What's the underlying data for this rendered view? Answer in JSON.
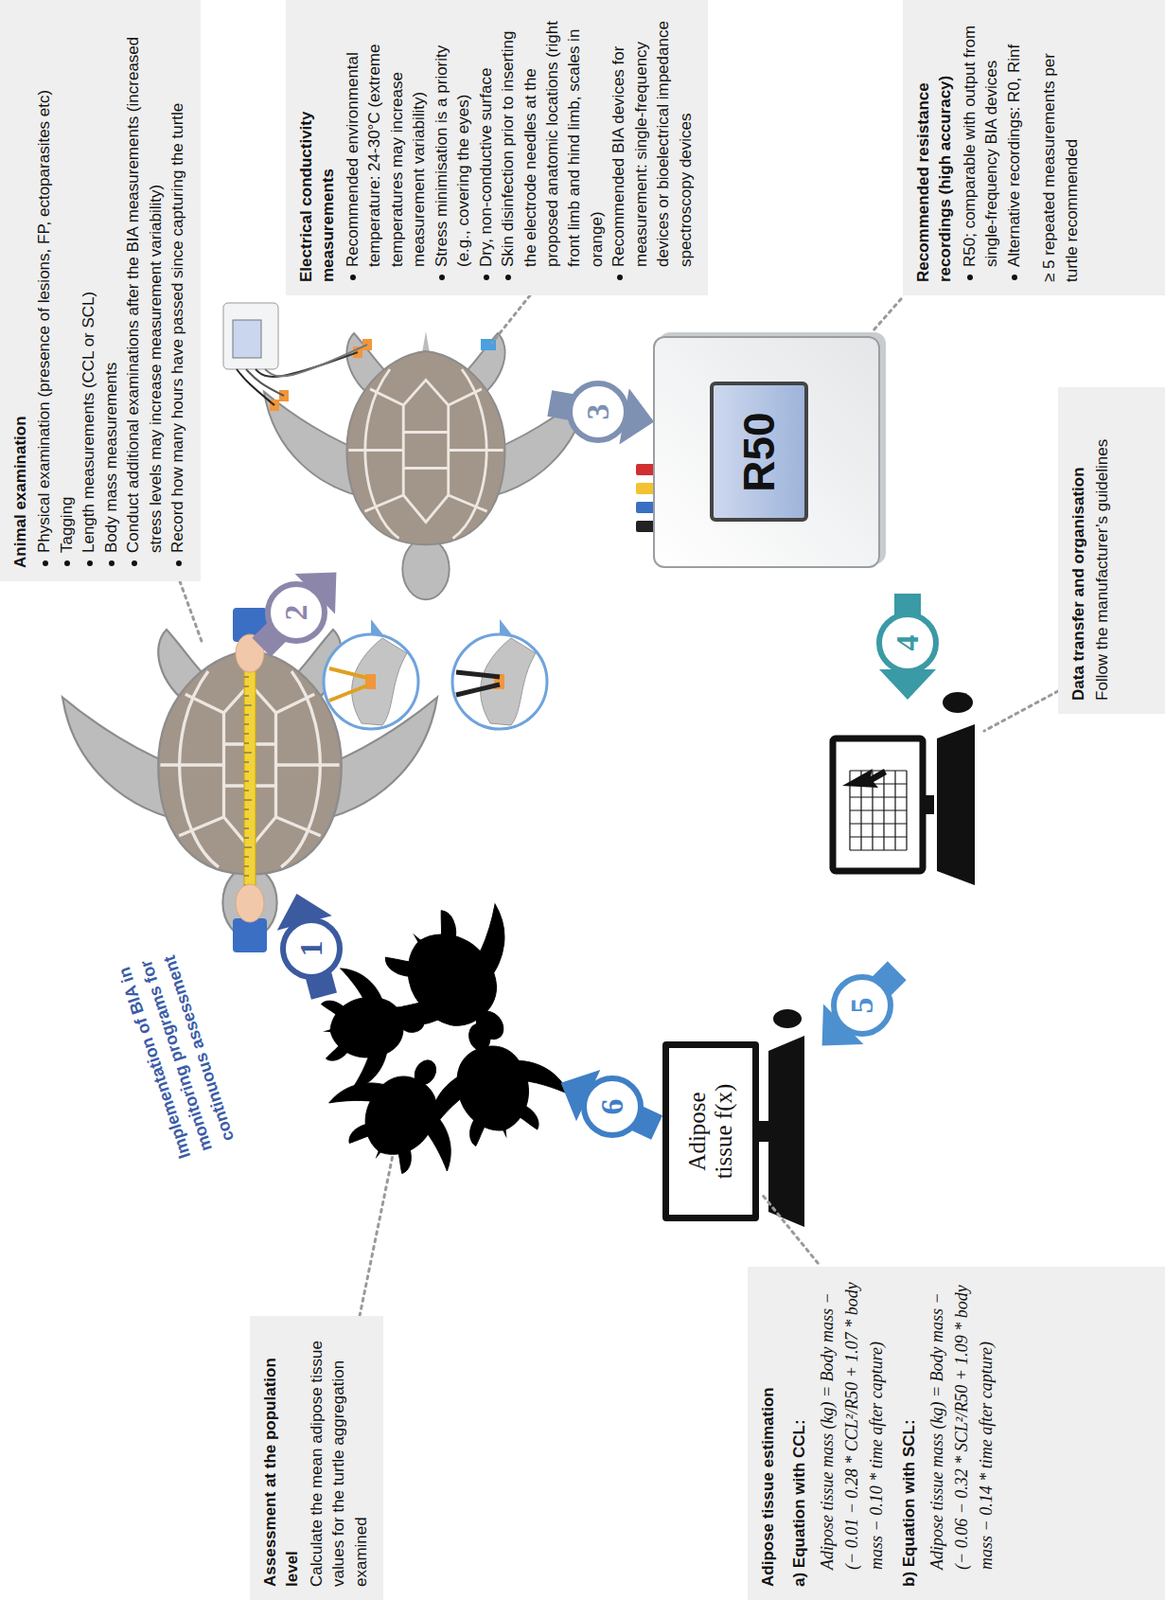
{
  "diagram": {
    "nodes": [
      {
        "text": [
          "Animal examination",
          "Physical examination (presence of lesions, FP, ectoparasites etc)",
          "Tagging",
          "Length measurements (CCL or SCL)",
          "Body mass measurements",
          "Conduct additional examinations after the BIA measurements (increased stress levels may increase measurement variability)",
          "Record how many hours have passed since capturing the turtle"
        ]
      },
      {
        "text": [
          "Electrical conductivity measurements",
          "Recommended environmental temperature: 24-30°C (extreme temperatures may increase measurement variability)",
          "Stress minimisation is a priority (e.g., covering the eyes)",
          "Dry, non-conductive surface",
          "Skin disinfection prior to inserting the electrode needles at the proposed anatomic locations (right front limb and hind limb, scales in orange)",
          "Recommended BIA devices for measurement: single-frequency devices or bioelectrical impedance spectroscopy devices"
        ]
      },
      {
        "text": [
          "Recommended resistance recordings (high accuracy)",
          "R50; comparable with output from single-frequency BIA devices",
          "Alternative recordings: R0, Rinf",
          "≥ 5 repeated measurements per turtle recommended"
        ]
      },
      {
        "text": [
          "Data transfer and organisation",
          "Follow the manufacturer’s guidelines"
        ]
      },
      {
        "text": [
          "Assessment at the population level",
          "Calculate the mean adipose tissue values for the turtle aggregation examined"
        ]
      },
      {
        "text": [
          "Adipose tissue estimation",
          "a) Equation with CCL:",
          "Adipose tissue mass (kg) = Body mass − (− 0.01 − 0.28 * CCL²/R50 + 1.07 * body mass − 0.10 * time after capture)",
          "b) Equation with SCL:",
          "Adipose tissue mass (kg) = Body mass − (− 0.06 − 0.32 * SCL²/R50 + 1.09 * body mass − 0.14 * time after capture)"
        ]
      },
      {
        "text": [
          "R50"
        ]
      },
      {
        "text": [
          "Adipose tissue f(x)"
        ]
      },
      {
        "text": [
          "1"
        ]
      },
      {
        "text": [
          "2"
        ]
      },
      {
        "text": [
          "3"
        ]
      },
      {
        "text": [
          "4"
        ]
      },
      {
        "text": [
          "5"
        ]
      },
      {
        "text": [
          "6"
        ]
      }
    ],
    "edges": [
      {
        "from": 2,
        "to": 6,
        "arrow": "none"
      },
      {
        "from": 5,
        "to": 7,
        "arrow": "none"
      }
    ],
    "labels": [
      "Implementation of BIA in monitoring programs for continuous assessment"
    ]
  }
}
